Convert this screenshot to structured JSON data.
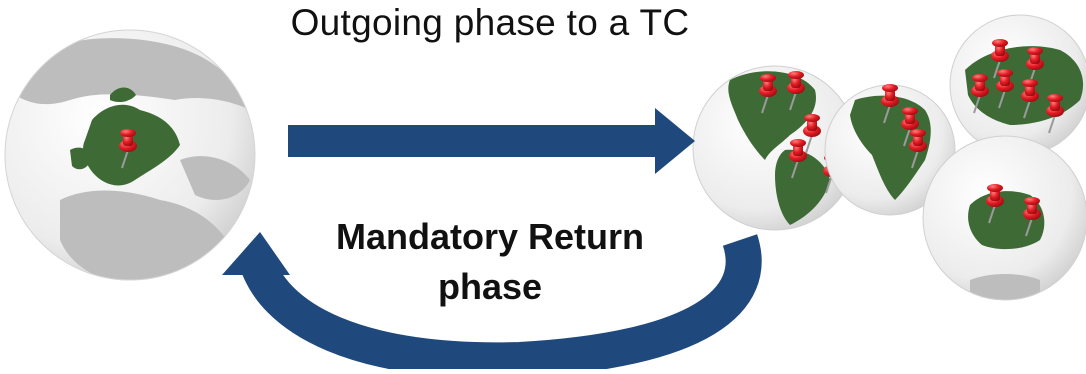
{
  "labels": {
    "outgoing": "Outgoing phase to a TC",
    "return_line1": "Mandatory Return",
    "return_line2": "phase"
  },
  "colors": {
    "arrow": "#1f497d",
    "ocean": "#e6e6e6",
    "land": "#b8b8b8",
    "highlight_land": "#3e6b35",
    "pin": "#e31b23"
  },
  "globes": [
    {
      "name": "europe-globe",
      "region": "Europe",
      "pins": 1
    },
    {
      "name": "americas-globe",
      "region": "Americas",
      "pins": 5
    },
    {
      "name": "africa-globe",
      "region": "Africa",
      "pins": 3
    },
    {
      "name": "asia-globe",
      "region": "Asia",
      "pins": 6
    },
    {
      "name": "oceania-globe",
      "region": "Oceania",
      "pins": 2
    }
  ]
}
